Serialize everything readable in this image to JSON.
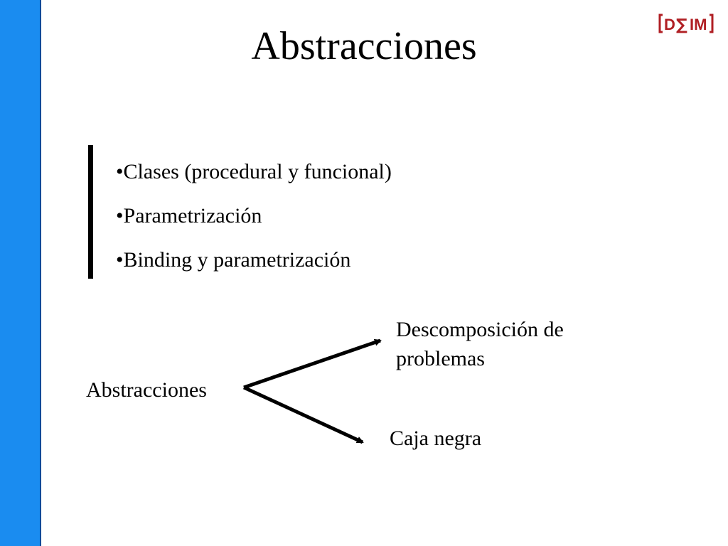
{
  "slide": {
    "title": "Abstracciones",
    "logo_text": "[D∑IM]",
    "bullets": [
      "•Clases (procedural y funcional)",
      "•Parametrización",
      "•Binding y parametrización"
    ],
    "diagram": {
      "source": "Abstracciones",
      "target_top_line1": "Descomposición de",
      "target_top_line2": "problemas",
      "target_bottom": "Caja negra"
    }
  },
  "colors": {
    "side_bar": "#1a8cf0",
    "logo": "#b01f24"
  }
}
